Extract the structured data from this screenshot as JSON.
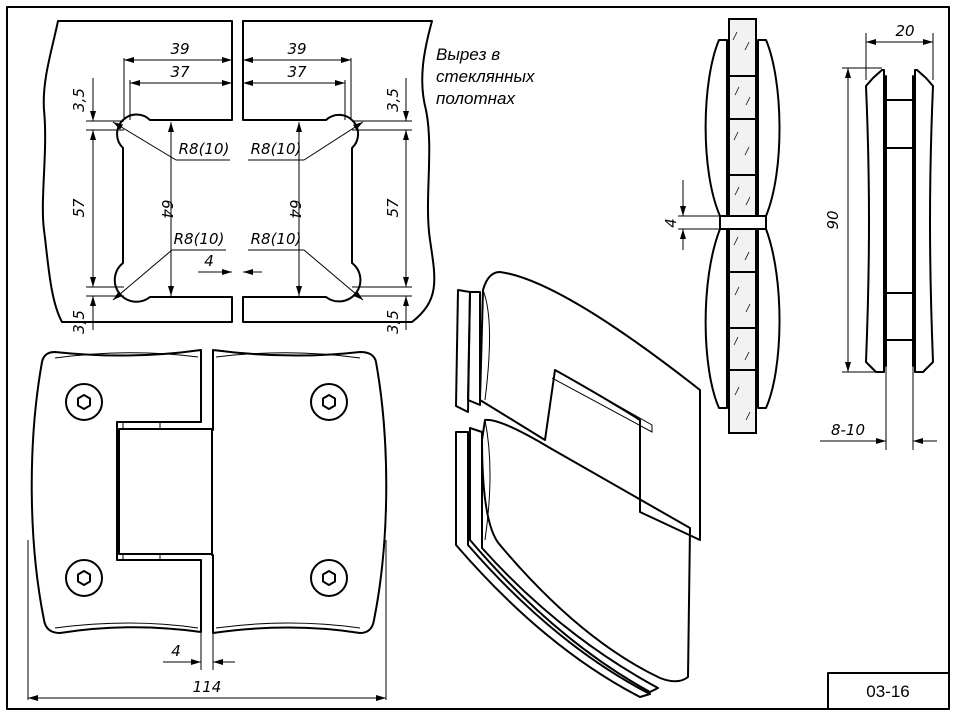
{
  "drawing": {
    "code": "03-16",
    "note_lines": [
      "Вырез в",
      "стеклянных",
      "полотнах"
    ],
    "cutout": {
      "width_outer": "39",
      "width_inner": "37",
      "height_total": "64",
      "height_between": "57",
      "offset_top": "3,5",
      "offset_bottom": "3,5",
      "radius": "R8(10)",
      "gap": "4"
    },
    "front_view": {
      "overall_width": "114",
      "gap": "4"
    },
    "side_view": {
      "gap": "4"
    },
    "end_view": {
      "thickness": "20",
      "height": "90",
      "glass_thickness": "8-10"
    }
  }
}
